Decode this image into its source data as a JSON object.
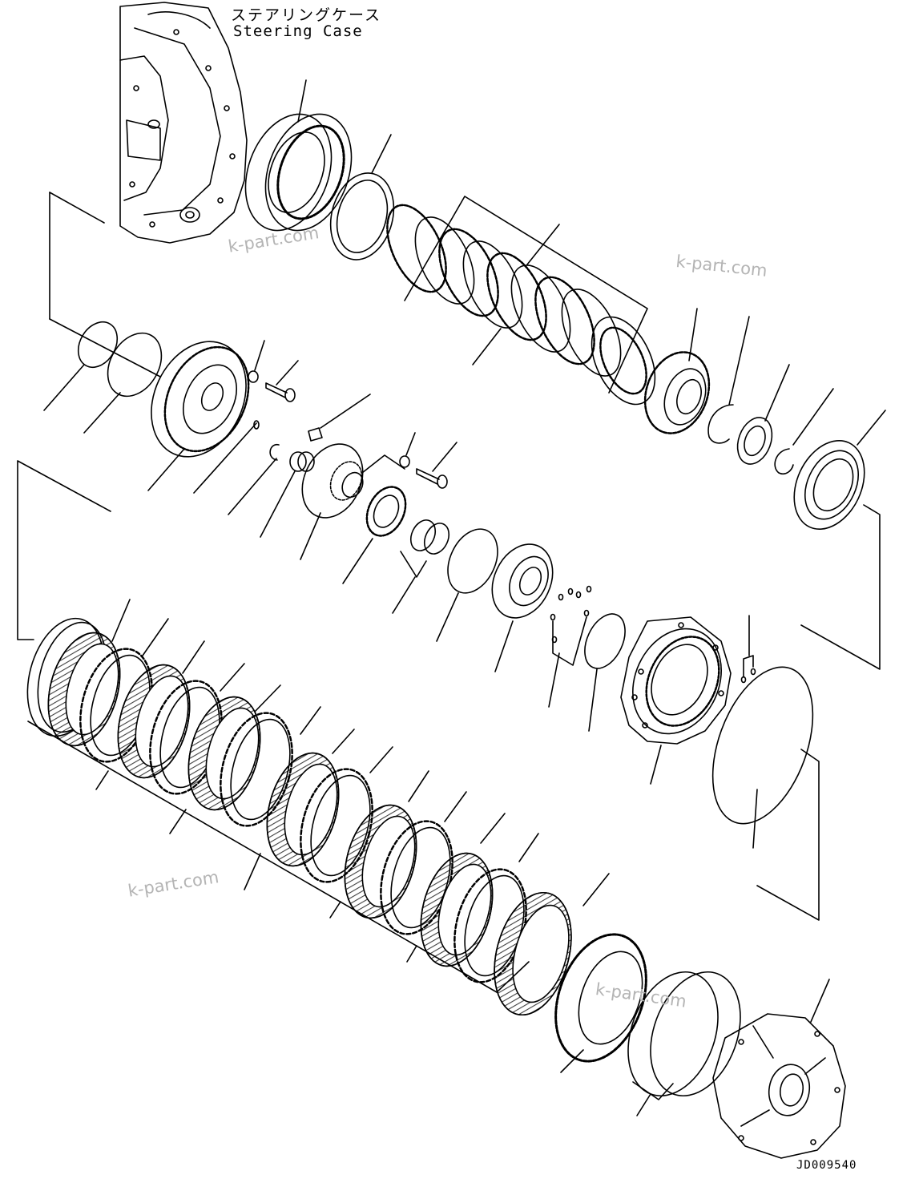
{
  "header": {
    "title_ja": "ステアリングケース",
    "title_en": "Steering Case"
  },
  "footer": {
    "drawing_number": "JD009540"
  },
  "watermarks": [
    "k-part.com",
    "k-part.com",
    "k-part.com",
    "k-part.com"
  ],
  "colors": {
    "line": "#000000",
    "watermark": "#b4b4b4",
    "background": "#ffffff"
  }
}
